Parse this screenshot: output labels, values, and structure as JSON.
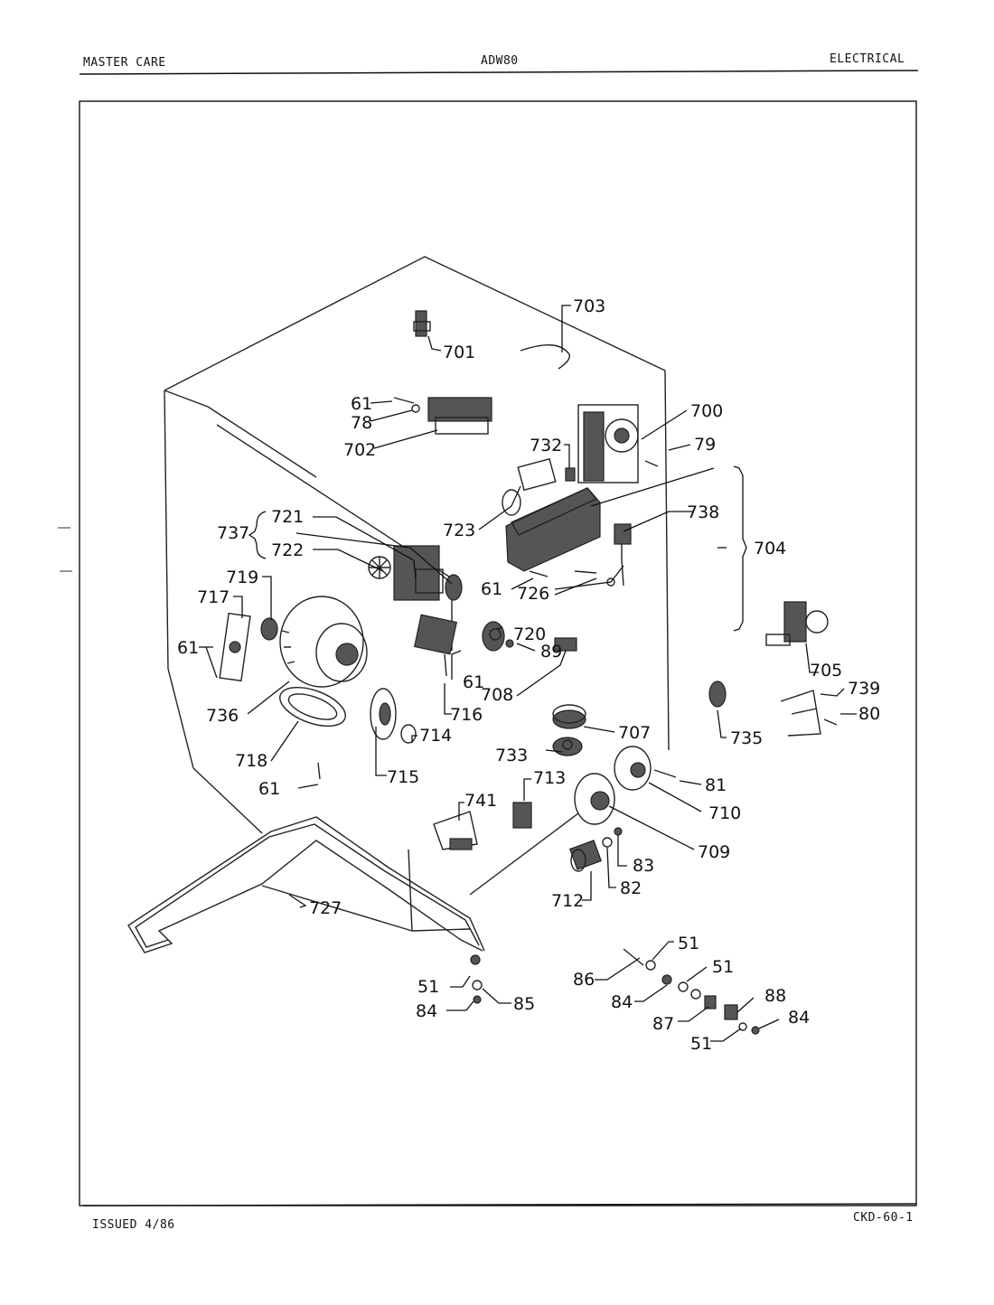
{
  "header": {
    "left": "MASTER CARE",
    "center": "ADW80",
    "right": "ELECTRICAL"
  },
  "footer": {
    "left": "ISSUED 4/86",
    "right": "CKD-60-1"
  },
  "callouts": {
    "p703": "703",
    "p701": "701",
    "p61a": "61",
    "p78": "78",
    "p702": "702",
    "p700": "700",
    "p732": "732",
    "p79": "79",
    "p723": "723",
    "p738": "738",
    "p704": "704",
    "p721": "721",
    "p737": "737",
    "p722": "722",
    "p61b": "61",
    "p726": "726",
    "p719": "719",
    "p717": "717",
    "p720": "720",
    "p89": "89",
    "p61c": "61",
    "p61d": "61",
    "p708": "708",
    "p705": "705",
    "p739": "739",
    "p80": "80",
    "p736": "736",
    "p716": "716",
    "p714": "714",
    "p707": "707",
    "p735": "735",
    "p718": "718",
    "p733": "733",
    "p713": "713",
    "p81": "81",
    "p61e": "61",
    "p715": "715",
    "p741": "741",
    "p710": "710",
    "p709": "709",
    "p83": "83",
    "p712": "712",
    "p82": "82",
    "p727": "727",
    "p51a": "51",
    "p86": "86",
    "p51b": "51",
    "p51c": "51",
    "p84a": "84",
    "p85": "85",
    "p84b": "84",
    "p88": "88",
    "p87": "87",
    "p84c": "84",
    "p51d": "51"
  }
}
